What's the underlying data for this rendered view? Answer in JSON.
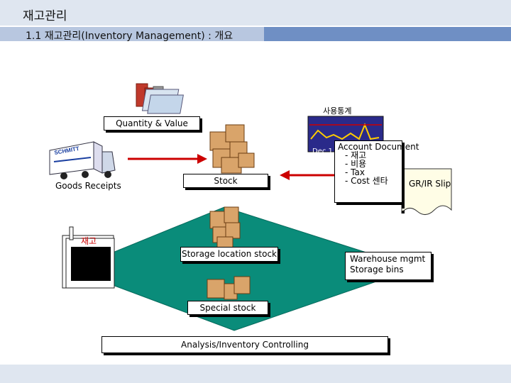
{
  "header": {
    "title": "재고관리",
    "subtitle": "1.1 재고관리(Inventory Management) : 개요"
  },
  "nodes": {
    "quantity_value": "Quantity & Value",
    "stock": "Stock",
    "goods_receipts": "Goods Receipts",
    "usage_stats": "사용통계",
    "account_document": {
      "title": "Account Document",
      "items": [
        "- 재고",
        "- 비용",
        "- Tax",
        "- Cost 센타"
      ]
    },
    "gr_ir_slip": "GR/IR Slip",
    "stock_note": "재고",
    "storage_location_stock": "Storage location stock",
    "warehouse": [
      "Warehouse mgmt",
      "Storage bins"
    ],
    "special_stock": "Special stock",
    "analysis": "Analysis/Inventory Controlling",
    "truck_brand": "SCHMITT",
    "chart_partial_label": "Dec 1"
  },
  "colors": {
    "diamond": "#0a8c7a",
    "accent_red": "#cc0000",
    "header_dark": "#6f8fc4",
    "header_light": "#b8c7e0"
  }
}
